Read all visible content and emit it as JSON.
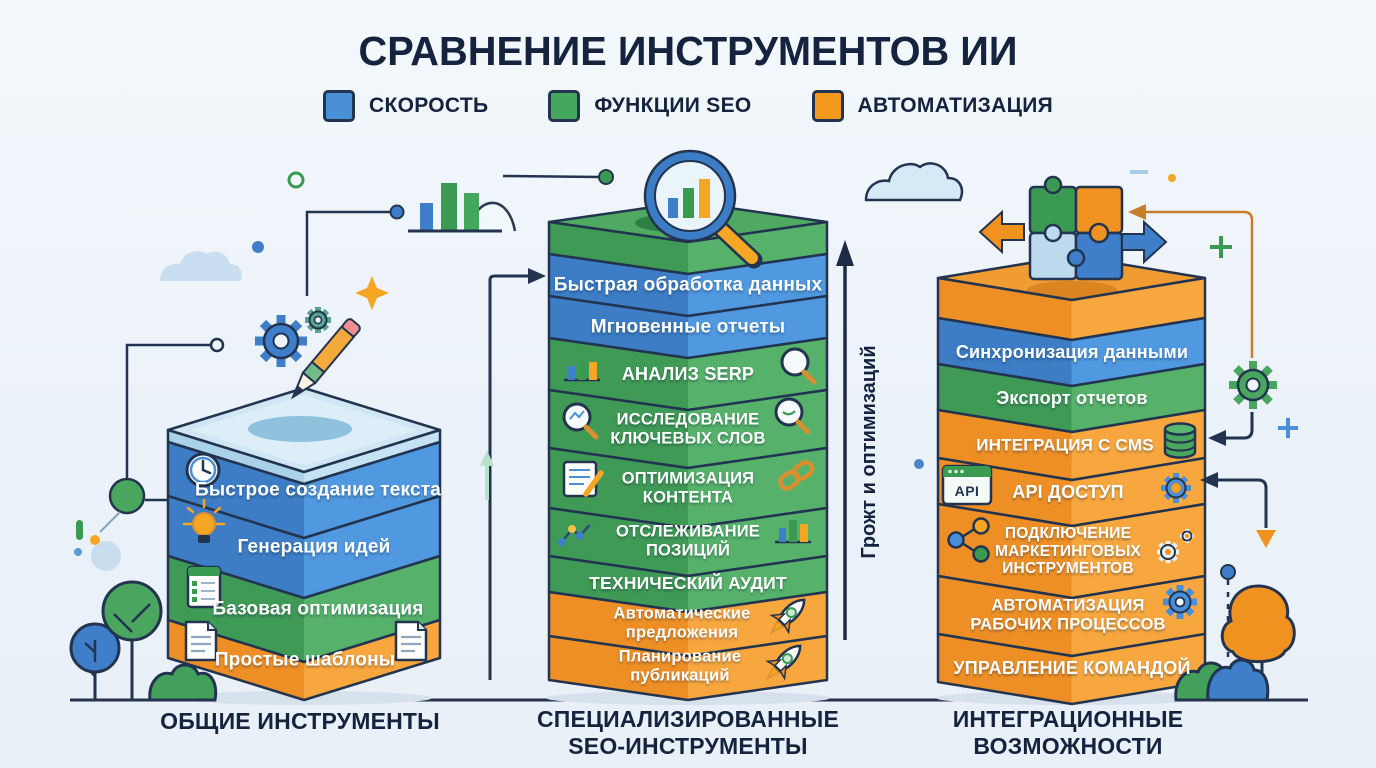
{
  "title": "СРАВНЕНИЕ ИНСТРУМЕНТОВ ИИ",
  "legend": {
    "items": [
      {
        "label": "СКОРОСТЬ",
        "color": "#4a90d8",
        "category": "speed"
      },
      {
        "label": "ФУНКЦИИ SEO",
        "color": "#45a65d",
        "category": "seo"
      },
      {
        "label": "АВТОМАТИЗАЦИЯ",
        "color": "#f49a1f",
        "category": "automation"
      }
    ]
  },
  "growth_arrow": {
    "label": "Грожт и оптимизаций",
    "direction": "up"
  },
  "towers": {
    "general": {
      "footer_lines": [
        "ОБЩИЕ ИНСТРУМЕНТЫ"
      ],
      "top_icon": "pencil-and-gears-icon",
      "layers": [
        {
          "label": "Быстрое создание текста",
          "category": "speed",
          "icon": "clock-icon"
        },
        {
          "label": "Генерация идей",
          "category": "speed",
          "icon": "lightbulb-icon"
        },
        {
          "label": "Базовая оптимизация",
          "category": "seo",
          "icon": "checklist-icon"
        },
        {
          "label": "Простые шаблоны",
          "category": "automation",
          "icon": "document-icon"
        }
      ]
    },
    "seo": {
      "footer_lines": [
        "СПЕЦИАЛИЗИРОВАННЫЕ",
        "SEO-ИНСТРУМЕНТЫ"
      ],
      "top_icon": "magnifier-chart-icon",
      "layers": [
        {
          "label": "Быстрая обработка данных",
          "category": "speed",
          "icon": ""
        },
        {
          "label": "Мгновенные отчеты",
          "category": "speed",
          "icon": ""
        },
        {
          "label": "АНАЛИЗ SERP",
          "category": "seo",
          "icon": "bar-chart-icon / magnifier-icon"
        },
        {
          "label": "ИССЛЕДОВАНИЕ КЛЮЧЕВЫХ СЛОВ",
          "category": "seo",
          "icon": "magnifier-badge-icon"
        },
        {
          "label": "ОПТИМИЗАЦИЯ КОНТЕНТА",
          "category": "seo",
          "icon": "notepad-icon / chain-link-icon"
        },
        {
          "label": "ОТСЛЕЖИВАНИЕ ПОЗИЦИЙ",
          "category": "seo",
          "icon": "line-chart-icon / bar-chart-icon"
        },
        {
          "label": "ТЕХНИЧЕСКИЙ АУДИТ",
          "category": "seo",
          "icon": ""
        },
        {
          "label": "Автоматические предложения",
          "category": "automation",
          "icon": "rocket-icon"
        },
        {
          "label": "Планирование публикаций",
          "category": "automation",
          "icon": "rocket-icon"
        }
      ]
    },
    "integration": {
      "footer_lines": [
        "ИНТЕГРАЦИОННЫЕ",
        "ВОЗМОЖНОСТИ"
      ],
      "top_icon": "puzzle-pieces-icon",
      "api_icon_label": "API",
      "layers": [
        {
          "label": "Синхронизация данными",
          "category": "speed",
          "icon": ""
        },
        {
          "label": "Экспорт отчетов",
          "category": "seo",
          "icon": ""
        },
        {
          "label": "ИНТЕГРАЦИЯ С CMS",
          "category": "automation",
          "icon": "database-icon"
        },
        {
          "label": "API ДОСТУП",
          "category": "automation",
          "icon": "api-window-icon / gear-icon"
        },
        {
          "label": "ПОДКЛЮЧЕНИЕ МАРКЕТИНГОВЫХ ИНСТРУМЕНТОВ",
          "category": "automation",
          "icon": "share-nodes-icon / gears-icon"
        },
        {
          "label": "АВТОМАТИЗАЦИЯ РАБОЧИХ ПРОЦЕССОВ",
          "category": "automation",
          "icon": "gear-icon"
        },
        {
          "label": "УПРАВЛЕНИЕ КОМАНДОЙ",
          "category": "automation",
          "icon": ""
        }
      ]
    }
  },
  "colors": {
    "background": "#edf3f9",
    "outline": "#223450",
    "speed_left": "#3c7dc5",
    "speed_right": "#5099e0",
    "seo_left": "#3f9a55",
    "seo_right": "#56b26a",
    "automation_left": "#ee8f25",
    "automation_right": "#f8a73f",
    "title_text": "#15233f"
  }
}
